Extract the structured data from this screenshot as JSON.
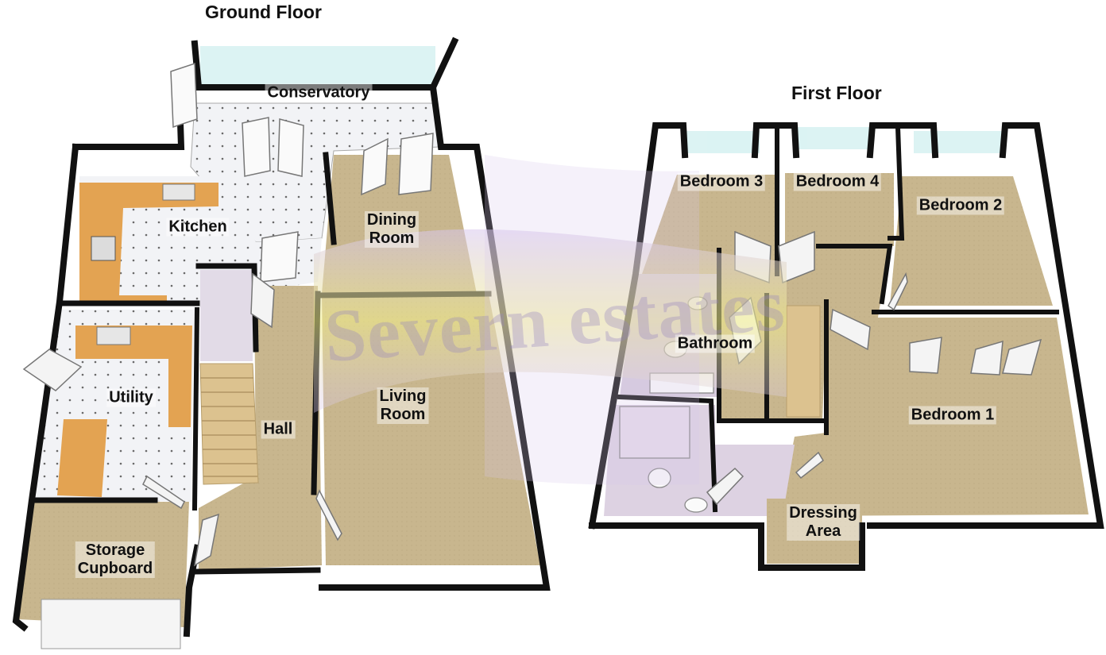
{
  "floors": {
    "ground": {
      "title": "Ground Floor"
    },
    "first": {
      "title": "First Floor"
    }
  },
  "rooms": {
    "conservatory": "Conservatory",
    "kitchen": "Kitchen",
    "dining_line1": "Dining",
    "dining_line2": "Room",
    "utility": "Utility",
    "hall": "Hall",
    "living_line1": "Living",
    "living_line2": "Room",
    "storage_line1": "Storage",
    "storage_line2": "Cupboard",
    "bedroom3": "Bedroom 3",
    "bedroom4": "Bedroom 4",
    "bedroom2": "Bedroom 2",
    "bathroom": "Bathroom",
    "bedroom1": "Bedroom 1",
    "dressing_line1": "Dressing",
    "dressing_line2": "Area"
  },
  "watermark": "Severn estates",
  "colors": {
    "wall": "#111111",
    "wall_face": "#ffffff",
    "carpet": "#c9b790",
    "tile": "#f1f2f5",
    "worktop": "#e0a24e",
    "bath_floor": "#cfc3d6",
    "window_glass": "#cfeeee",
    "stairs": "#d9c08e"
  }
}
